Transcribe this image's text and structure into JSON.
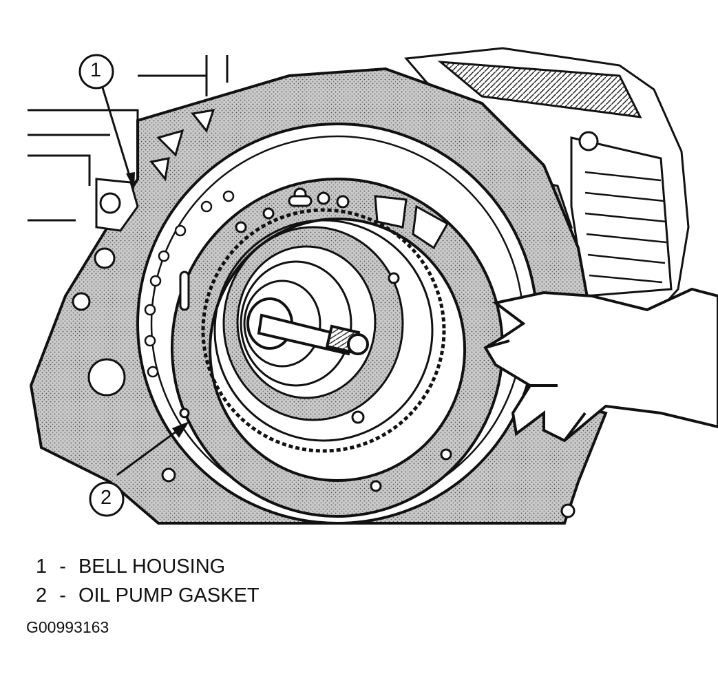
{
  "callouts": [
    {
      "number": "1",
      "label": "BELL HOUSING"
    },
    {
      "number": "2",
      "label": "OIL PUMP GASKET"
    }
  ],
  "legend_separator": "-",
  "figure_code": "G00993163",
  "colors": {
    "ink": "#111111",
    "stipple": "#b9b9b9",
    "paper": "#ffffff"
  }
}
